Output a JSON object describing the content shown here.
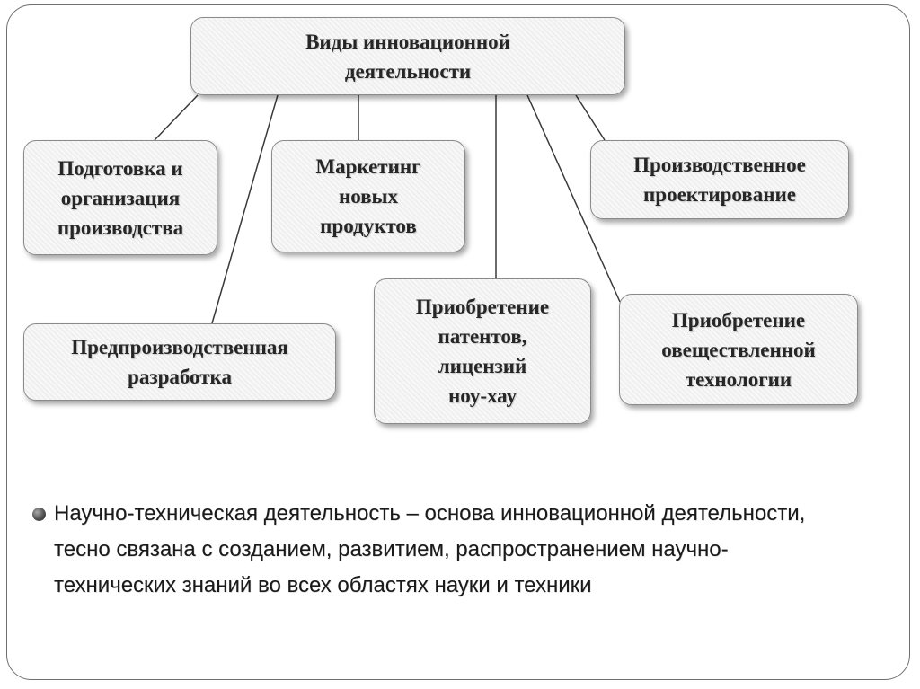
{
  "diagram": {
    "root": {
      "text": "Виды инновационной\nдеятельности"
    },
    "nodes": [
      {
        "id": "prep",
        "text": "Подготовка и\nорганизация\nпроизводства"
      },
      {
        "id": "marketing",
        "text": "Маркетинг\nновых\nпродуктов"
      },
      {
        "id": "design",
        "text": "Производственное\nпроектирование"
      },
      {
        "id": "predev",
        "text": "Предпроизводственная\nразработка"
      },
      {
        "id": "patents",
        "text": "Приобретение\nпатентов,\nлицензий\nноу-хау"
      },
      {
        "id": "tech",
        "text": "Приобретение\nовеществленной\nтехнологии"
      }
    ],
    "edges": [
      {
        "from": "root",
        "to": "prep"
      },
      {
        "from": "root",
        "to": "marketing"
      },
      {
        "from": "root",
        "to": "design"
      },
      {
        "from": "root",
        "to": "predev"
      },
      {
        "from": "root",
        "to": "patents"
      },
      {
        "from": "root",
        "to": "tech"
      }
    ]
  },
  "note": {
    "text": "Научно-техническая деятельность – основа инновационной деятельности, тесно связана с созданием, развитием, распространением научно-технических знаний во всех областях науки и техники"
  },
  "colors": {
    "box_border": "#8a8a8a",
    "box_fill": "#f4f4f4",
    "line": "#3a3a3a",
    "text": "#262626"
  }
}
